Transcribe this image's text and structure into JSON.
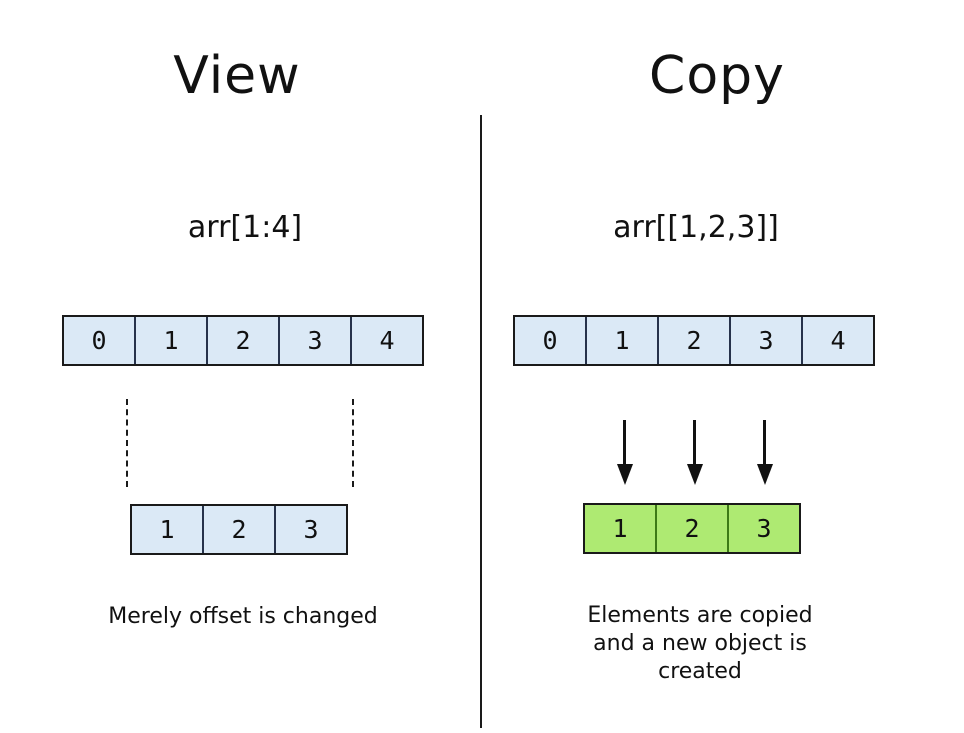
{
  "left_panel": {
    "title": "View",
    "expression": "arr[1:4]",
    "source_array": {
      "cells": [
        "0",
        "1",
        "2",
        "3",
        "4"
      ]
    },
    "result_array": {
      "cells": [
        "1",
        "2",
        "3"
      ]
    },
    "caption": "Merely offset is changed"
  },
  "right_panel": {
    "title": "Copy",
    "expression": "arr[[1,2,3]]",
    "source_array": {
      "cells": [
        "0",
        "1",
        "2",
        "3",
        "4"
      ]
    },
    "result_array": {
      "cells": [
        "1",
        "2",
        "3"
      ]
    },
    "caption_lines": [
      "Elements are copied",
      "and a new object is",
      "created"
    ]
  },
  "colors": {
    "source_cell_fill": "#dbe9f6",
    "copy_cell_fill": "#aeea72",
    "outline": "#1a1a1a",
    "blue_cell_divider": "#26324b",
    "green_cell_divider": "#3d7a16",
    "text": "#111111"
  }
}
